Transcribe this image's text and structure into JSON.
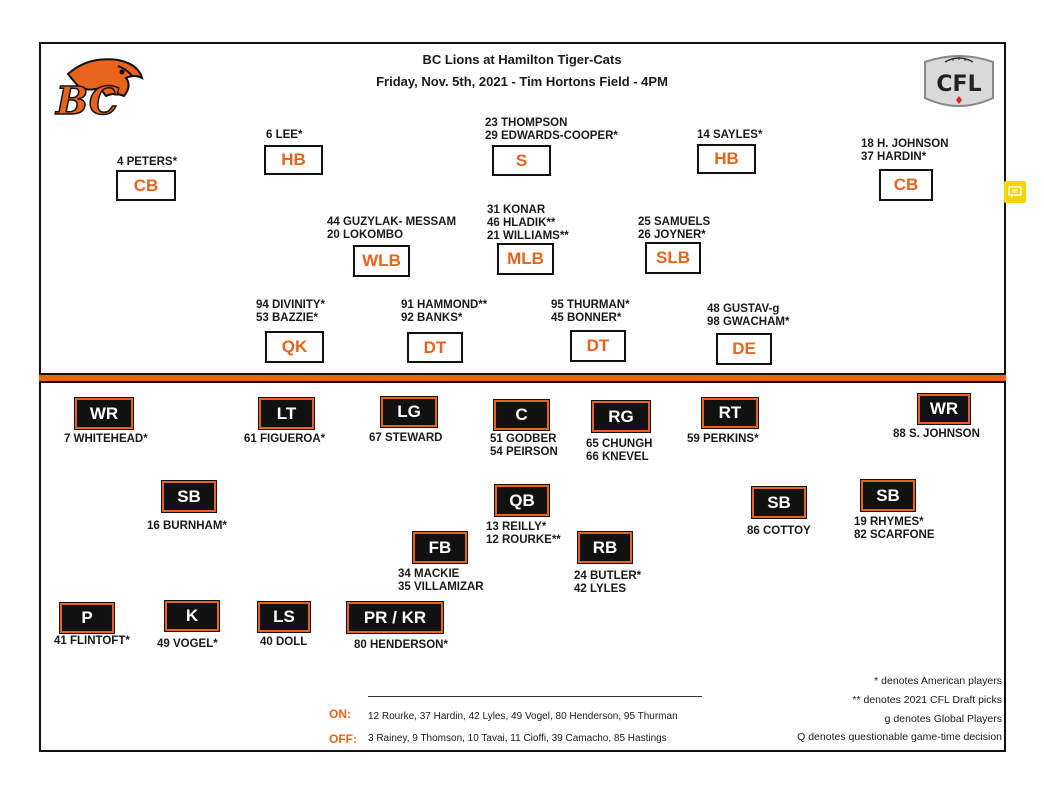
{
  "header": {
    "title": "BC  Lions at Hamilton Tiger-Cats",
    "subtitle": "Friday, Nov. 5th, 2021 - Tim Hortons Field - 4PM",
    "left_logo": "BC",
    "right_logo": "CFL"
  },
  "defense": {
    "cb_left": {
      "label": "CB",
      "names": [
        "4 PETERS*"
      ]
    },
    "hb_left": {
      "label": "HB",
      "names": [
        "6 LEE*"
      ]
    },
    "s": {
      "label": "S",
      "names": [
        "23 THOMPSON",
        "29 EDWARDS-COOPER*"
      ]
    },
    "hb_right": {
      "label": "HB",
      "names": [
        "14 SAYLES*"
      ]
    },
    "cb_right": {
      "label": "CB",
      "names": [
        "18 H. JOHNSON",
        "37 HARDIN*"
      ]
    },
    "wlb": {
      "label": "WLB",
      "names": [
        "44 GUZYLAK- MESSAM",
        "20 LOKOMBO"
      ]
    },
    "mlb": {
      "label": "MLB",
      "names": [
        "31 KONAR",
        "46 HLADIK**",
        "21 WILLIAMS**"
      ]
    },
    "slb": {
      "label": "SLB",
      "names": [
        "25 SAMUELS",
        "26 JOYNER*"
      ]
    },
    "qk": {
      "label": "QK",
      "names": [
        "94 DIVINITY*",
        "53 BAZZIE*"
      ]
    },
    "dt_left": {
      "label": "DT",
      "names": [
        "91 HAMMOND**",
        "92 BANKS*"
      ]
    },
    "dt_right": {
      "label": "DT",
      "names": [
        "95 THURMAN*",
        "45 BONNER*"
      ]
    },
    "de": {
      "label": "DE",
      "names": [
        "48 GUSTAV-g",
        "98 GWACHAM*"
      ]
    }
  },
  "offense": {
    "wr_left": {
      "label": "WR",
      "names": [
        "7 WHITEHEAD*"
      ]
    },
    "lt": {
      "label": "LT",
      "names": [
        "61 FIGUEROA*"
      ]
    },
    "lg": {
      "label": "LG",
      "names": [
        "67 STEWARD"
      ]
    },
    "c": {
      "label": "C",
      "names": [
        "51 GODBER",
        "54 PEIRSON"
      ]
    },
    "rg": {
      "label": "RG",
      "names": [
        "65 CHUNGH",
        "66 KNEVEL"
      ]
    },
    "rt": {
      "label": "RT",
      "names": [
        "59 PERKINS*"
      ]
    },
    "wr_right": {
      "label": "WR",
      "names": [
        "88 S. JOHNSON"
      ]
    },
    "sb_left": {
      "label": "SB",
      "names": [
        "16 BURNHAM*"
      ]
    },
    "qb": {
      "label": "QB",
      "names": [
        "13 REILLY*",
        "12 ROURKE**"
      ]
    },
    "sb_mid": {
      "label": "SB",
      "names": [
        "86 COTTOY"
      ]
    },
    "sb_right": {
      "label": "SB",
      "names": [
        "19 RHYMES*",
        "82 SCARFONE"
      ]
    },
    "fb": {
      "label": "FB",
      "names": [
        "34 MACKIE",
        "35 VILLAMIZAR"
      ]
    },
    "rb": {
      "label": "RB",
      "names": [
        "24 BUTLER*",
        "42 LYLES"
      ]
    }
  },
  "special": {
    "p": {
      "label": "P",
      "names": [
        "41 FLINTOFT*"
      ]
    },
    "k": {
      "label": "K",
      "names": [
        "49 VOGEL*"
      ]
    },
    "ls": {
      "label": "LS",
      "names": [
        "40 DOLL"
      ]
    },
    "prkr": {
      "label": "PR / KR",
      "names": [
        "80 HENDERSON*"
      ]
    }
  },
  "roster_moves": {
    "on_label": "ON:",
    "on_text": "12 Rourke, 37 Hardin, 42 Lyles, 49 Vogel, 80 Henderson, 95 Thurman",
    "off_label": "OFF:",
    "off_text": "3 Rainey, 9 Thomson, 10 Tavai, 11 Cioffi, 39 Camacho, 85 Hastings"
  },
  "legend": {
    "american": "* denotes American players",
    "draft": "** denotes 2021 CFL Draft picks",
    "global": "g denotes Global Players",
    "questionable": "Q denotes questionable game-time decision"
  },
  "colors": {
    "accent": "#e8631b",
    "ink": "#111111",
    "comment_icon": "#f5d400"
  }
}
